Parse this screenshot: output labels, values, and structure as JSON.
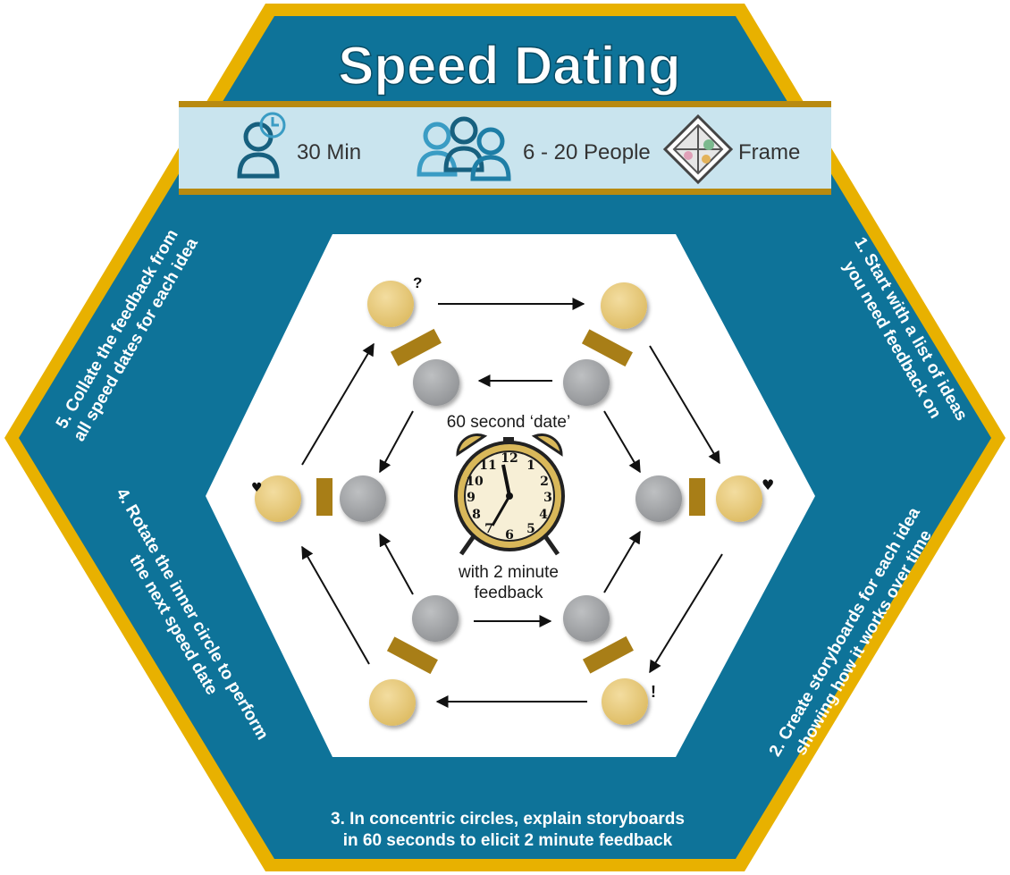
{
  "title": "Speed Dating",
  "meta": {
    "duration": "30 Min",
    "people": "6 - 20 People",
    "phase": "Frame"
  },
  "steps": {
    "step1": [
      "1. Start with a list of ideas",
      "you need feedback on"
    ],
    "step2": [
      "2. Create storyboards for each idea",
      "showing how it works over time"
    ],
    "step3": [
      "3. In concentric circles, explain storyboards",
      "in 60 seconds to elicit 2 minute feedback"
    ],
    "step4": [
      "4. Rotate the inner circle to perform",
      "the next speed date"
    ],
    "step5": [
      "5. Collate the feedback from",
      "all speed dates for each idea"
    ]
  },
  "center": {
    "top_label": "60 second ‘date’",
    "bottom_label": [
      "with 2 minute",
      "feedback"
    ]
  },
  "markers": {
    "question": "?",
    "heart": "♥",
    "broken_heart": "♥",
    "exclaim": "!"
  },
  "colors": {
    "frame_gold": "#E8B100",
    "frame_blue": "#0E7399",
    "header_band": "#C9E4EE",
    "outer_person": "#E9CD7F",
    "inner_person": "#A6A8AA",
    "table": "#A87E17",
    "icon_blue": "#17607F"
  }
}
